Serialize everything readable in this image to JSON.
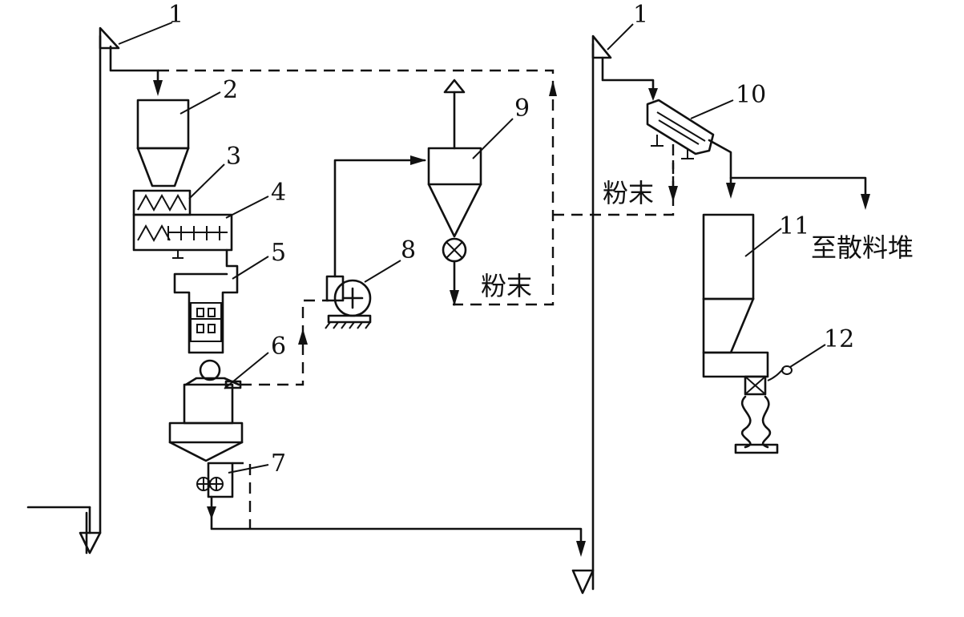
{
  "labels": {
    "n1a": "1",
    "n1b": "1",
    "n2": "2",
    "n3": "3",
    "n4": "4",
    "n5": "5",
    "n6": "6",
    "n7": "7",
    "n8": "8",
    "n9": "9",
    "n10": "10",
    "n11": "11",
    "n12": "12",
    "powder_a": "粉末",
    "powder_b": "粉末",
    "to_pile": "至散料堆"
  }
}
